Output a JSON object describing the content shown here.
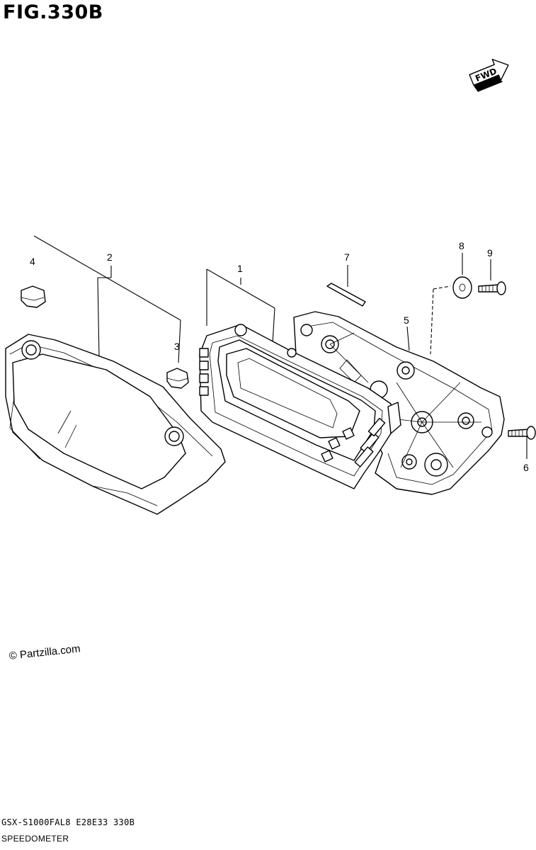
{
  "figure": {
    "title": "FIG.330B"
  },
  "fwd_arrow": {
    "label": "FWD",
    "icon": "fwd-arrow-icon"
  },
  "callouts": [
    "1",
    "2",
    "3",
    "4",
    "5",
    "6",
    "7",
    "8",
    "9"
  ],
  "copyright": "© Partzilla.com",
  "footer": {
    "code": "GSX-S1000FAL8 E28E33 330B",
    "name": "SPEEDOMETER"
  }
}
